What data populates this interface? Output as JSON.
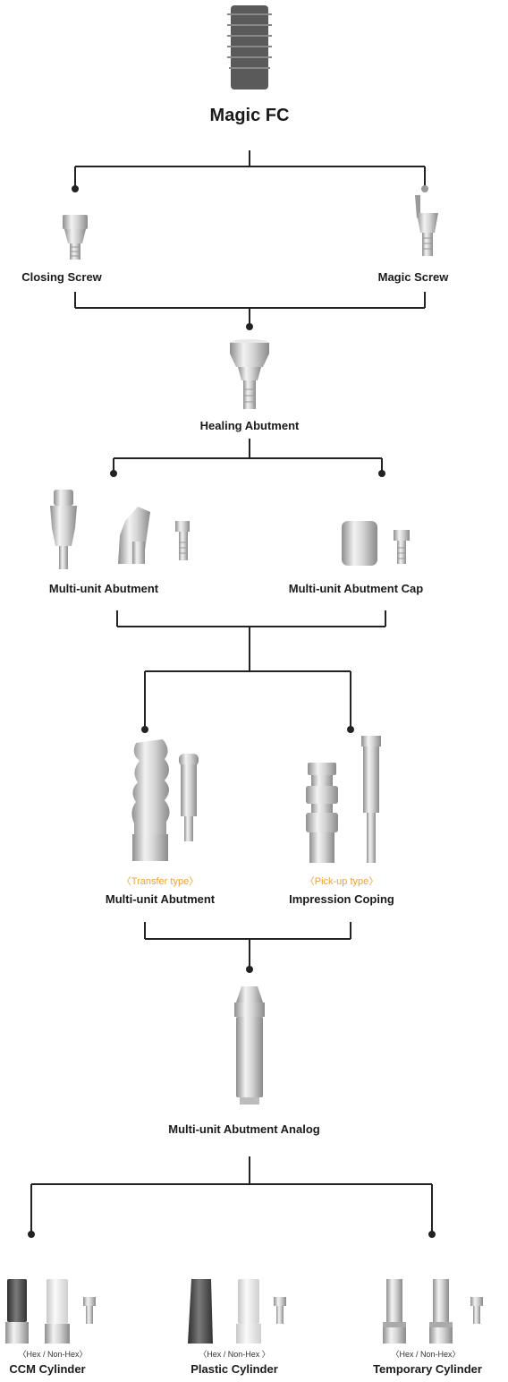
{
  "title": "Magic FC",
  "labels": {
    "closing_screw": "Closing Screw",
    "magic_screw": "Magic Screw",
    "healing_abutment": "Healing Abutment",
    "multi_unit_abutment": "Multi-unit Abutment",
    "multi_unit_abutment_cap": "Multi-unit Abutment Cap",
    "transfer_type": "〈Transfer type〉",
    "pickup_type": "〈Pick-up type〉",
    "multi_unit_abutment_2": "Multi-unit  Abutment",
    "impression_coping": "Impression Coping",
    "analog": "Multi-unit  Abutment Analog",
    "hex_1": "〈Hex / Non-Hex〉",
    "hex_2": "〈Hex / Non-Hex 〉",
    "hex_3": "〈Hex / Non-Hex〉",
    "ccm_cylinder": "CCM Cylinder",
    "plastic_cylinder": "Plastic Cylinder",
    "temporary_cylinder": "Temporary Cylinder"
  },
  "colors": {
    "line": "#222222",
    "metal_light": "#e4e4e4",
    "metal_dark": "#9a9a9a",
    "implant": "#555555",
    "accent": "#f0a030"
  }
}
